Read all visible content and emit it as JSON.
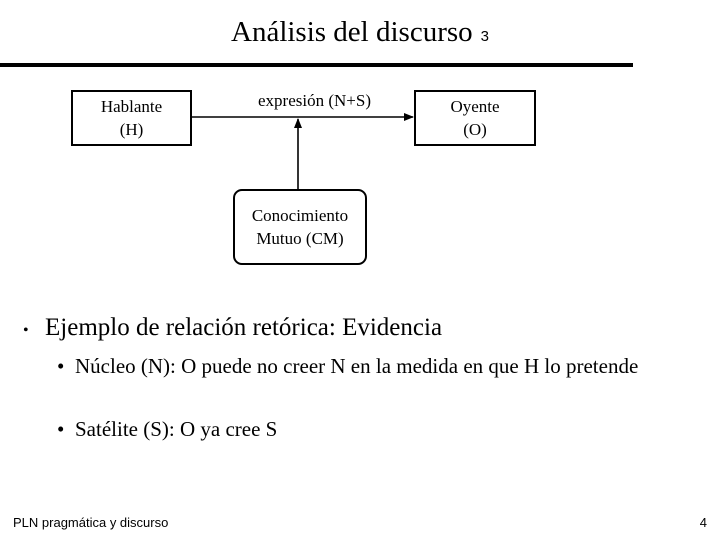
{
  "slide": {
    "title": "Análisis del discurso",
    "title_number": "3",
    "diagram": {
      "speaker_line1": "Hablante",
      "speaker_line2": "(H)",
      "expression": "expresión (N+S)",
      "listener_line1": "Oyente",
      "listener_line2": "(O)",
      "knowledge_line1": "Conocimiento",
      "knowledge_line2": "Mutuo (CM)"
    },
    "bullet_main": "Ejemplo de relación retórica: Evidencia",
    "bullet_symbol": "•",
    "sub_bullets": [
      "Núcleo (N): O puede no creer N en la medida en que H lo pretende",
      "Satélite (S): O ya cree S"
    ],
    "footer_left": "PLN pragmática y discurso",
    "page_number": "4"
  }
}
